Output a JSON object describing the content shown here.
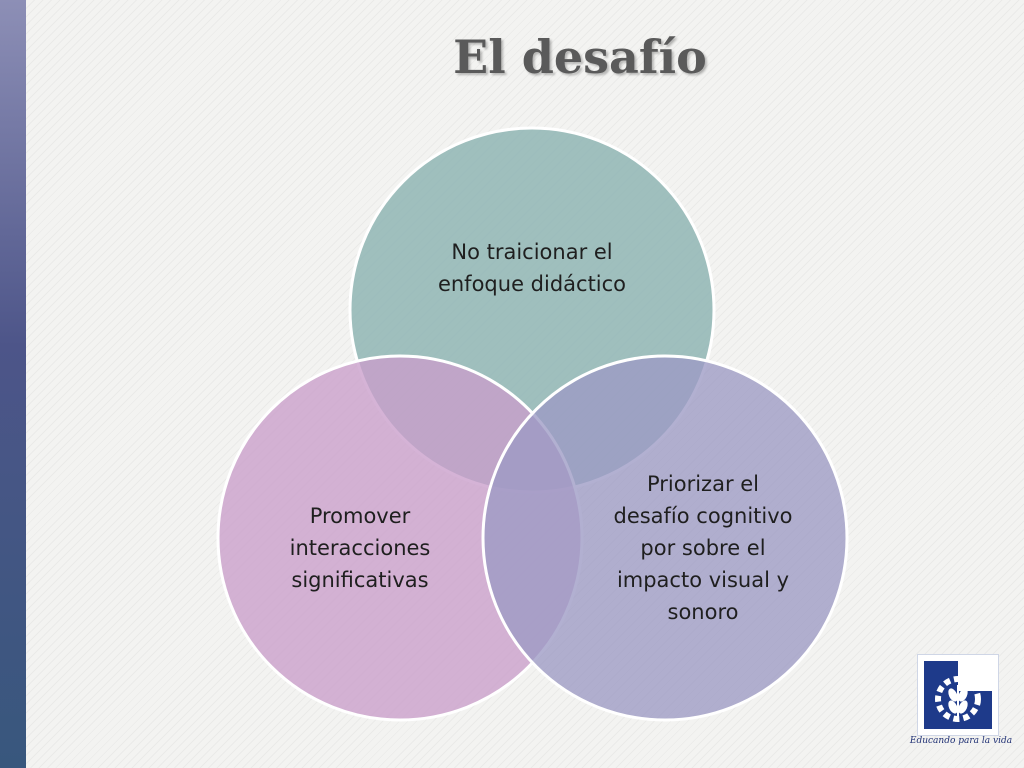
{
  "slide": {
    "title": "El desafío"
  },
  "diagram": {
    "type": "venn",
    "circles": [
      {
        "id": "top",
        "label": "No traicionar el\nenfoque didáctico",
        "color": "#8fb5b4"
      },
      {
        "id": "left",
        "label": "Promover\ninteracciones\nsignificativas",
        "color": "#c99ecb"
      },
      {
        "id": "right",
        "label": "Priorizar el\ndesafío cognitivo\npor sobre el\nimpacto visual y\nsonoro",
        "color": "#9c9ac4"
      }
    ]
  },
  "logo": {
    "tagline": "Educando para la vida",
    "primary_color": "#1e3a8a",
    "icon": "gear-wheat-icon"
  }
}
